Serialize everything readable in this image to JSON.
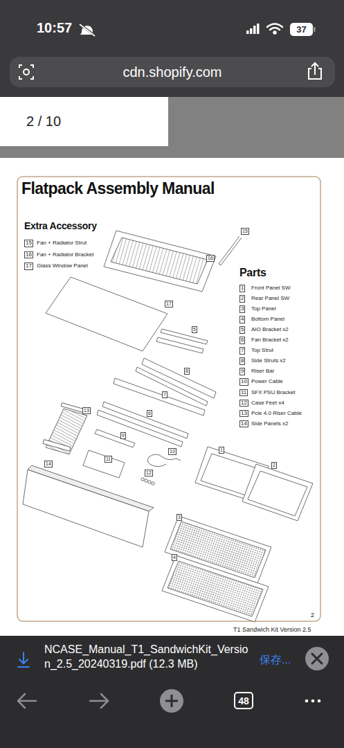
{
  "diagram": {
    "title": "Flatpack Assembly Manual",
    "nodes": [
      {
        "text": [
          "cdn.shopify.com"
        ]
      },
      {
        "text": [
          "2 / 10"
        ]
      },
      {
        "text": [
          "37"
        ]
      },
      {
        "text": [
          "48"
        ]
      }
    ],
    "labels": [
      "10:57",
      "Extra Accessory",
      "15",
      "Fan + Radiator Strut",
      "16",
      "Fan + Radiator Bracket",
      "17",
      "Glass Window Panel",
      "Parts",
      "1",
      "Front Panel SW",
      "2",
      "Rear Panel SW",
      "3",
      "Top Panel",
      "4",
      "Bottom Panel",
      "5",
      "AIO Bracket x2",
      "6",
      "Fan Bracket x2",
      "7",
      "Top Strut",
      "8",
      "Side Struts x2",
      "9",
      "Riser Bar",
      "10",
      "Power Cable",
      "11",
      "SFX PSU Bracket",
      "12",
      "Case Feet x4",
      "13",
      "Pcie 4.0 Riser Cable",
      "14",
      "Side Panels x2",
      "15",
      "16",
      "17",
      "5",
      "8",
      "7",
      "6",
      "13",
      "9",
      "10",
      "11",
      "12",
      "14",
      "1",
      "2",
      "3",
      "4",
      "2",
      "T1 Sandwich Kit Version 2.5",
      "NCASE_Manual_T1_SandwichKit_Version_2.5_20240319.pdf (12.3 MB)",
      "保存..."
    ]
  }
}
